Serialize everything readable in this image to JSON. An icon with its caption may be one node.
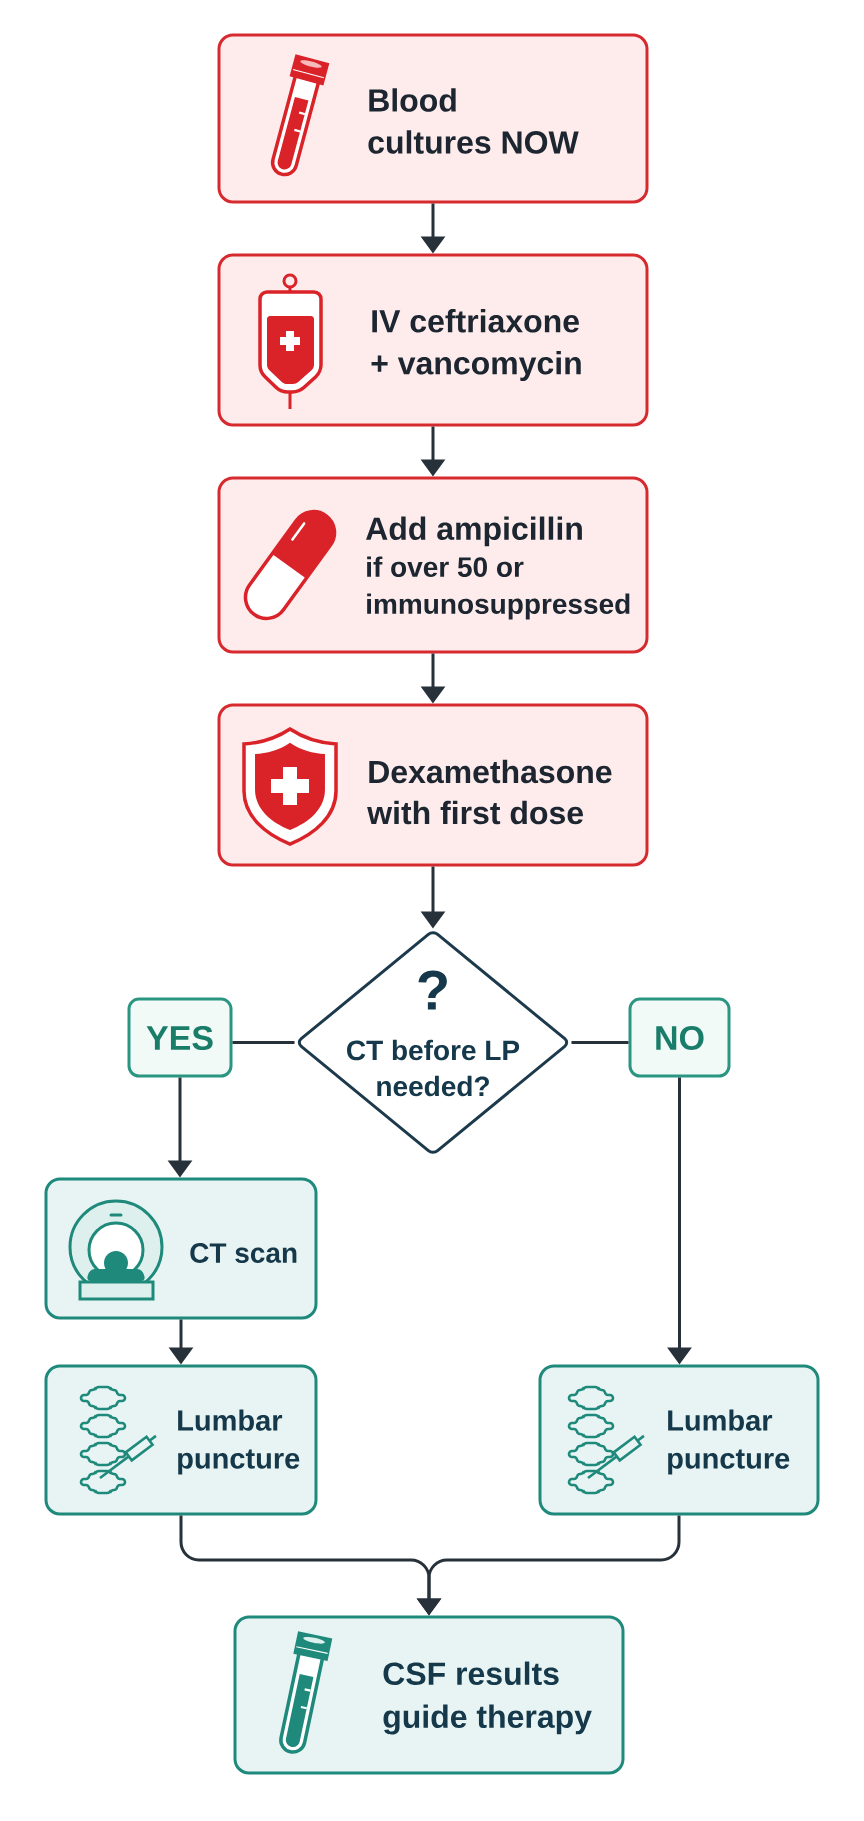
{
  "diagram": {
    "nodes": [
      {
        "text": [
          "Blood cultures NOW"
        ]
      },
      {
        "text": [
          "IV ceftriaxone + vancomycin"
        ]
      },
      {
        "text": [
          "Add ampicillin",
          "if over 50 or immunosuppressed"
        ]
      },
      {
        "text": [
          "Dexamethasone with first dose"
        ]
      },
      {
        "text": [
          "?",
          "CT before LP needed?"
        ]
      },
      {
        "text": [
          "YES"
        ]
      },
      {
        "text": [
          "NO"
        ]
      },
      {
        "text": [
          "CT scan"
        ]
      },
      {
        "text": [
          "Lumbar puncture"
        ]
      },
      {
        "text": [
          "Lumbar puncture"
        ]
      },
      {
        "text": [
          "CSF results guide therapy"
        ]
      }
    ],
    "edges": [
      {
        "from": 0,
        "to": 1,
        "arrow": "to"
      },
      {
        "from": 1,
        "to": 2,
        "arrow": "to"
      },
      {
        "from": 2,
        "to": 3,
        "arrow": "to"
      },
      {
        "from": 3,
        "to": 4,
        "arrow": "to"
      },
      {
        "from": 4,
        "to": 5,
        "arrow": "none"
      },
      {
        "from": 4,
        "to": 6,
        "arrow": "none"
      },
      {
        "from": 5,
        "to": 7,
        "arrow": "to"
      },
      {
        "from": 7,
        "to": 8,
        "arrow": "to"
      },
      {
        "from": 6,
        "to": 9,
        "arrow": "to"
      },
      {
        "from": 8,
        "to": 10,
        "arrow": "to"
      },
      {
        "from": 9,
        "to": 10,
        "arrow": "to"
      }
    ]
  }
}
